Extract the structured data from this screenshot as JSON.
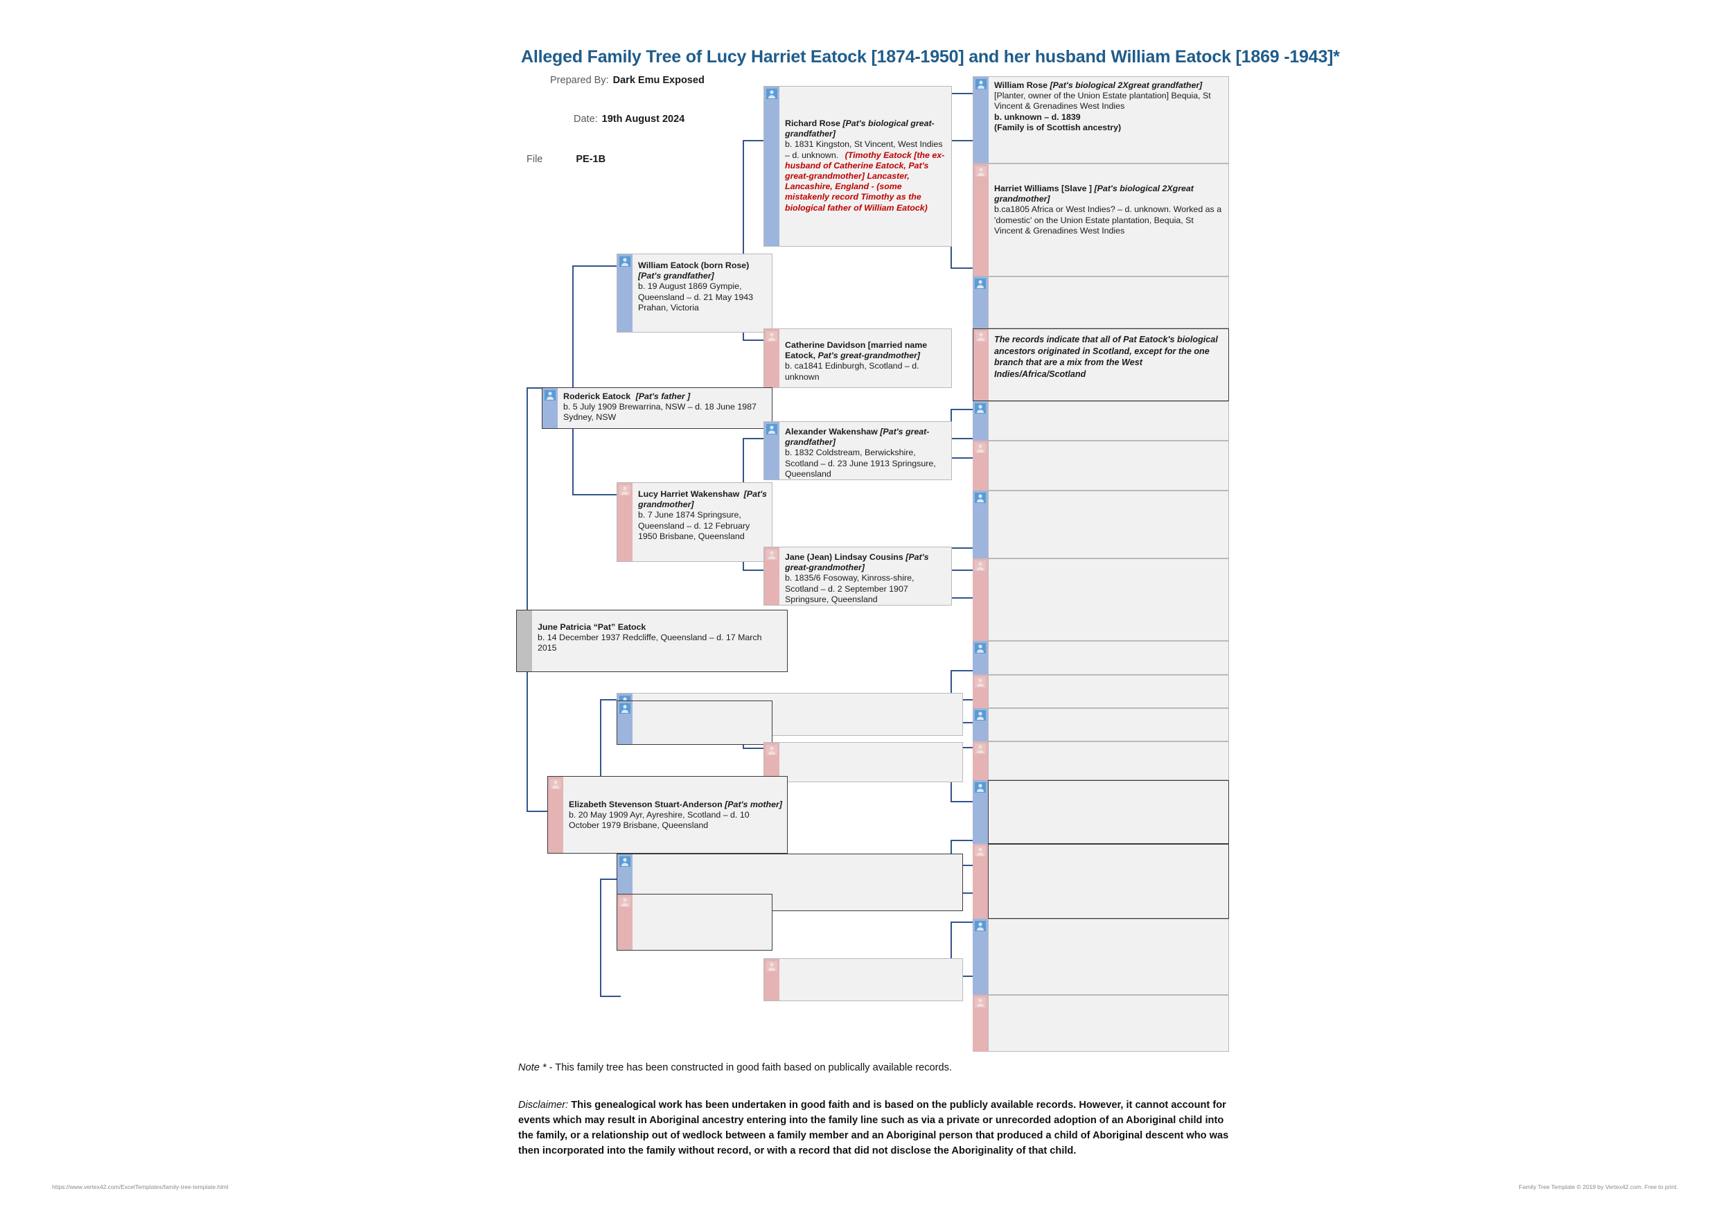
{
  "document": {
    "title": "Alleged Family Tree of Lucy Harriet Eatock [1874-1950] and her husband William Eatock [1869 -1943]*",
    "prepared_by_label": "Prepared By:",
    "prepared_by_value": "Dark Emu Exposed",
    "date_label": "Date:",
    "date_value": "19th August 2024",
    "file_label": "File",
    "file_value": "PE-1B"
  },
  "colors": {
    "title": "#1f5c8b",
    "male_spine": "#9db5dd",
    "female_spine": "#e5b3b3",
    "neutral_spine": "#c0c0c0",
    "card_fill": "#f1f1f1",
    "connector": "#33558c",
    "red_annotation": "#c00000"
  },
  "people": {
    "richard_rose": {
      "name": "Richard Rose",
      "relation": "[Pat's biological great-grandfather]",
      "details": "b. 1831 Kingston, St Vincent, West Indies – d. unknown.",
      "annotation": "(Timothy Eatock [the ex-husband of Catherine Eatock, Pat's great-grandmother] Lancaster, Lancashire, England - (some mistakenly record Timothy as the biological father of William Eatock)"
    },
    "william_rose": {
      "name": "William Rose",
      "relation": "[Pat's biological 2Xgreat grandfather]",
      "line2": "[Planter, owner of the Union Estate plantation] Bequia, St Vincent & Grenadines West Indies",
      "line3": "b. unknown – d. 1839",
      "line4": "(Family is of Scottish ancestry)"
    },
    "harriet_williams": {
      "name": "Harriet Williams [Slave ]",
      "relation": "[Pat's biological 2Xgreat grandmother]",
      "details": "b.ca1805 Africa or West Indies? – d. unknown. Worked as a 'domestic' on the Union Estate plantation, Bequia, St Vincent & Grenadines West Indies"
    },
    "william_eatock": {
      "name": "William Eatock (born Rose)",
      "relation": "[Pat's grandfather]",
      "details": "b. 19 August 1869 Gympie, Queensland – d. 21 May 1943 Prahan, Victoria"
    },
    "catherine_davidson": {
      "name": "Catherine Davidson [married name Eatock,",
      "relation": "Pat's great-grandmother]",
      "details": "b. ca1841 Edinburgh, Scotland – d. unknown"
    },
    "roderick_eatock": {
      "name": "Roderick Eatock",
      "relation": "[Pat's father ]",
      "details": "b. 5 July 1909 Brewarrina, NSW – d. 18 June 1987 Sydney, NSW"
    },
    "alexander_wakenshaw": {
      "name": "Alexander Wakenshaw",
      "relation": "[Pat's great-grandfather]",
      "details": "b. 1832 Coldstream, Berwickshire, Scotland – d. 23 June 1913 Springsure, Queensland"
    },
    "lucy_harriet_wakenshaw": {
      "name": "Lucy Harriet Wakenshaw",
      "relation": "[Pat's grandmother]",
      "details": "b. 7 June 1874 Springsure, Queensland – d. 12 February 1950 Brisbane, Queensland"
    },
    "jane_lindsay_cousins": {
      "name": "Jane (Jean) Lindsay Cousins",
      "relation": "[Pat's great-grandmother]",
      "details": "b. 1835/6 Fosoway, Kinross-shire, Scotland – d. 2 September 1907 Springsure, Queensland"
    },
    "june_patricia_eatock": {
      "name": "June Patricia “Pat” Eatock",
      "details": "b. 14 December 1937 Redcliffe, Queensland – d. 17 March 2015"
    },
    "elizabeth_stuart_anderson": {
      "name": "Elizabeth Stevenson Stuart-Anderson",
      "relation": "[Pat's mother]",
      "details": "b. 20 May 1909 Ayr, Ayreshire, Scotland – d. 10 October 1979 Brisbane, Queensland"
    }
  },
  "annotations": {
    "scotland_note": "The records indicate that all of Pat Eatock's biological ancestors originated in Scotland, except for the one branch that are a mix from the West Indies/Africa/Scotland"
  },
  "footer": {
    "note_label": "Note *",
    "note_text": "- This family tree has been constructed in good faith based on publically available records.",
    "disclaimer_label": "Disclaimer:",
    "disclaimer_text": "This genealogical work has been undertaken in good faith and is based on the publicly available records. However, it cannot account for events which may result in Aboriginal ancestry entering into the family line such as via a private or unrecorded adoption of an Aboriginal child into the family, or a relationship out of wedlock between a family member and an Aboriginal person that produced a child of Aboriginal descent who was then incorporated into the family without record, or with a record that did not disclose the Aboriginality of that child.",
    "source_url": "https://www.vertex42.com/ExcelTemplates/family-tree-template.html",
    "copyright": "Family Tree Template © 2019 by Vertex42.com. Free to print."
  }
}
